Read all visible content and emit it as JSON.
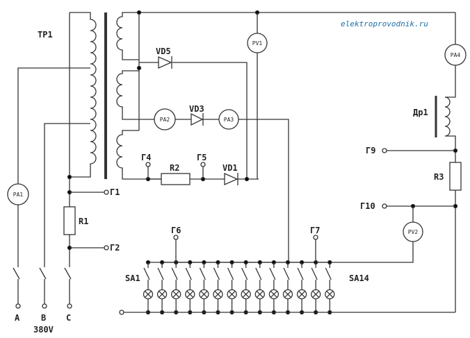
{
  "source": "elektroprovodnik.ru",
  "transformer": "TP1",
  "choke": "Др1",
  "resistors": [
    "R1",
    "R2",
    "R3"
  ],
  "diodes": [
    "VD5",
    "VD3",
    "VD1"
  ],
  "ammeters": [
    "PA1",
    "PA2",
    "PA3",
    "PA4"
  ],
  "voltmeters": [
    "PV1",
    "PV2"
  ],
  "terminals": [
    "Г1",
    "Г2",
    "Г4",
    "Г5",
    "Г6",
    "Г7",
    "Г9",
    "Г10"
  ],
  "switches": {
    "first": "SA1",
    "last": "SA14",
    "count": 14
  },
  "phases": [
    "A",
    "B",
    "C"
  ],
  "voltage": "380V"
}
